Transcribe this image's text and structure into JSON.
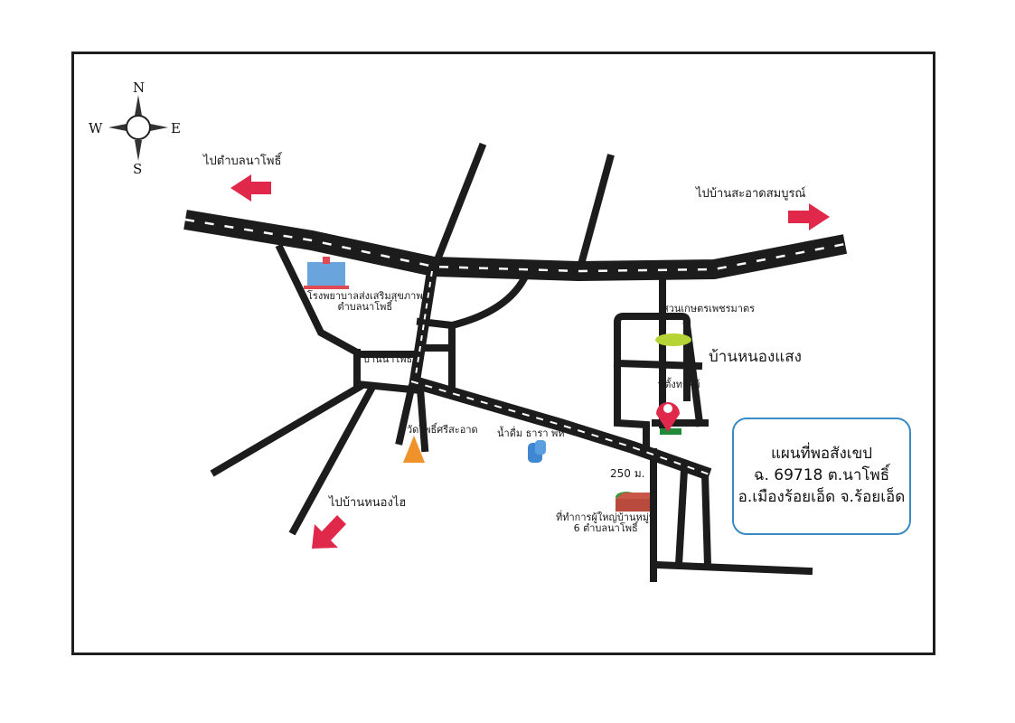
{
  "compass": {
    "north": "N",
    "south": "S",
    "east": "E",
    "west": "W"
  },
  "directions": {
    "to_na_pho_subdistrict": "ไปตำบลนาโพธิ์",
    "to_ban_sa_at_sombun": "ไปบ้านสะอาดสมบูรณ์",
    "to_ban_nong_sai": "ไปบ้านหนองไฮ"
  },
  "landmarks": {
    "hospital_line1": "โรงพยาบาลส่งเสริมสุขภาพ",
    "hospital_line2": "ตำบลนาโพธิ์",
    "village_na_pho": "บ้านนาโพธิ์",
    "temple": "วัดโพธิ์ศรีสะอาด",
    "water": "น้ำดื่ม ธารา พห",
    "farm": "สวนเกษตรเพชรมาตร",
    "village_nong_saeng": "บ้านหนองแสง",
    "location": "ที่ตั้งทรัพย์",
    "distance": "250 ม.",
    "headman_line1": "ที่ทำการผู้ใหญ่บ้านหมู่ที่",
    "headman_line2": "6 ตำบลนาโพธิ์"
  },
  "title": {
    "line1": "แผนที่พอสังเขป",
    "line2": "ฉ. 69718  ต.นาโพธิ์",
    "line3": "อ.เมืองร้อยเอ็ด จ.ร้อยเอ็ด"
  },
  "colors": {
    "arrow": "#e0294a",
    "road": "#1c1c1c",
    "box_border": "#3a8ac4",
    "pin": "#e0294a"
  }
}
